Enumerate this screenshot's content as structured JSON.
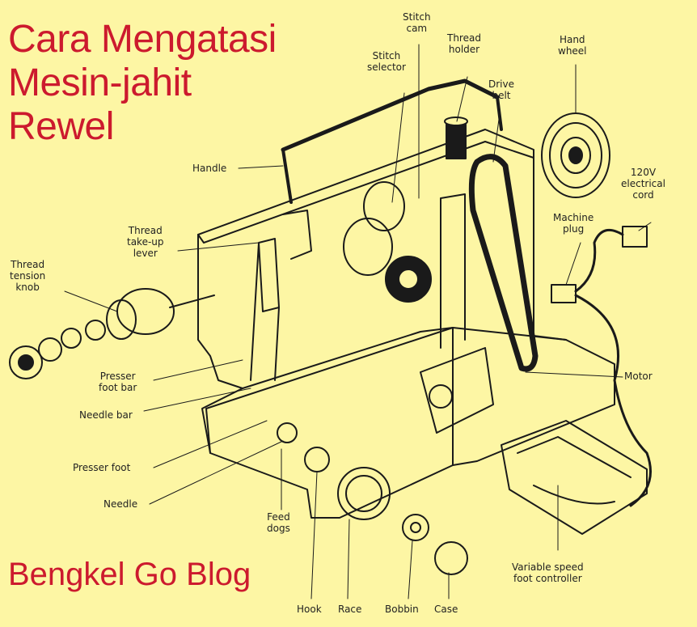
{
  "title_lines": [
    "Cara Mengatasi",
    "Mesin-jahit",
    "Rewel"
  ],
  "blog_name": "Bengkel Go Blog",
  "colors": {
    "background": "#fdf6a4",
    "title": "#cc1a2e",
    "line": "#1a1a1a"
  },
  "labels": {
    "stitch_cam": [
      "Stitch",
      "cam"
    ],
    "stitch_selector": [
      "Stitch",
      "selector"
    ],
    "thread_holder": [
      "Thread",
      "holder"
    ],
    "drive_belt": [
      "Drive",
      "belt"
    ],
    "hand_wheel": [
      "Hand",
      "wheel"
    ],
    "handle": "Handle",
    "electrical_cord": [
      "120V",
      "electrical",
      "cord"
    ],
    "thread_takeup_lever": [
      "Thread",
      "take-up",
      "lever"
    ],
    "machine_plug": [
      "Machine",
      "plug"
    ],
    "thread_tension_knob": [
      "Thread",
      "tension",
      "knob"
    ],
    "presser_foot_bar": [
      "Presser",
      "foot bar"
    ],
    "motor": "Motor",
    "needle_bar": "Needle bar",
    "presser_foot": "Presser foot",
    "needle": "Needle",
    "feed_dogs": [
      "Feed",
      "dogs"
    ],
    "speed_controller": [
      "Variable speed",
      "foot controller"
    ],
    "hook": "Hook",
    "race": "Race",
    "bobbin": "Bobbin",
    "case": "Case"
  }
}
